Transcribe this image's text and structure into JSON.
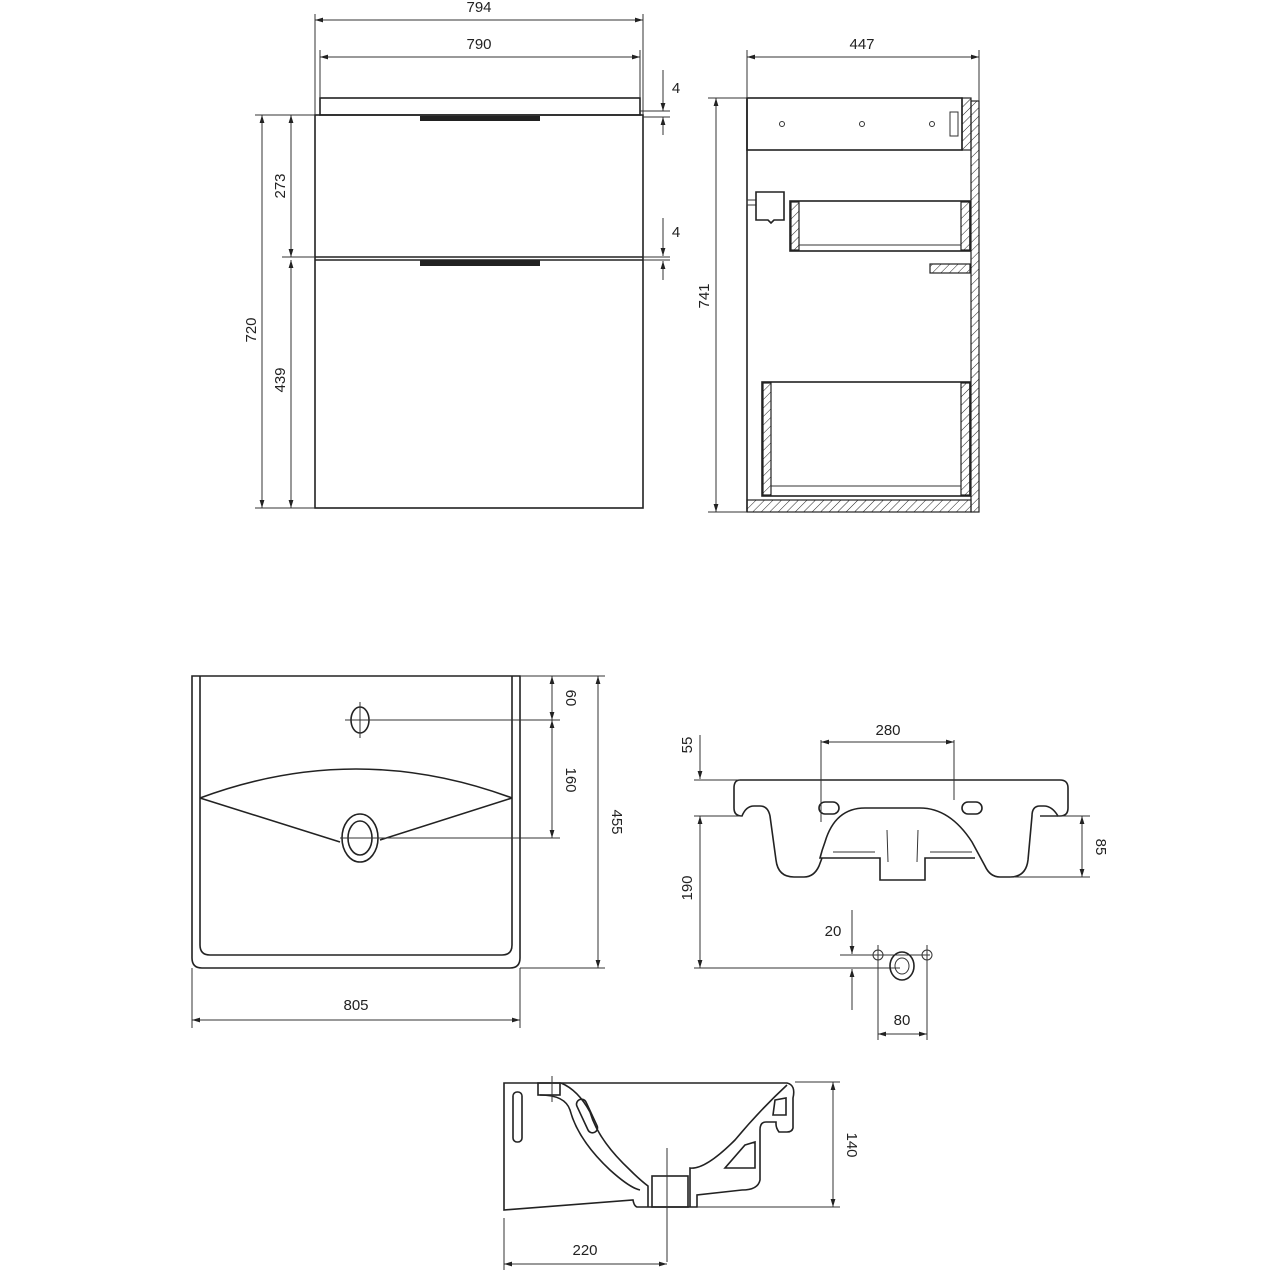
{
  "cabinet_front": {
    "overall_width": "794",
    "basin_width": "790",
    "gap_top": "4",
    "gap_middle": "4",
    "total_height": "720",
    "top_drawer_height": "273",
    "bottom_drawer_height": "439"
  },
  "cabinet_side": {
    "depth": "447",
    "height": "741"
  },
  "basin_top": {
    "tap_hole_offset": "60",
    "tap_to_drain": "160",
    "depth": "455",
    "width": "805"
  },
  "basin_front": {
    "rim_height": "55",
    "mount_hole_spacing": "280",
    "bowl_bottom": "85",
    "drain_height": "190",
    "drain_offset": "20",
    "hole_spacing": "80"
  },
  "basin_section": {
    "height": "140",
    "drain_distance": "220"
  },
  "colors": {
    "line": "#222222",
    "background": "#ffffff"
  }
}
